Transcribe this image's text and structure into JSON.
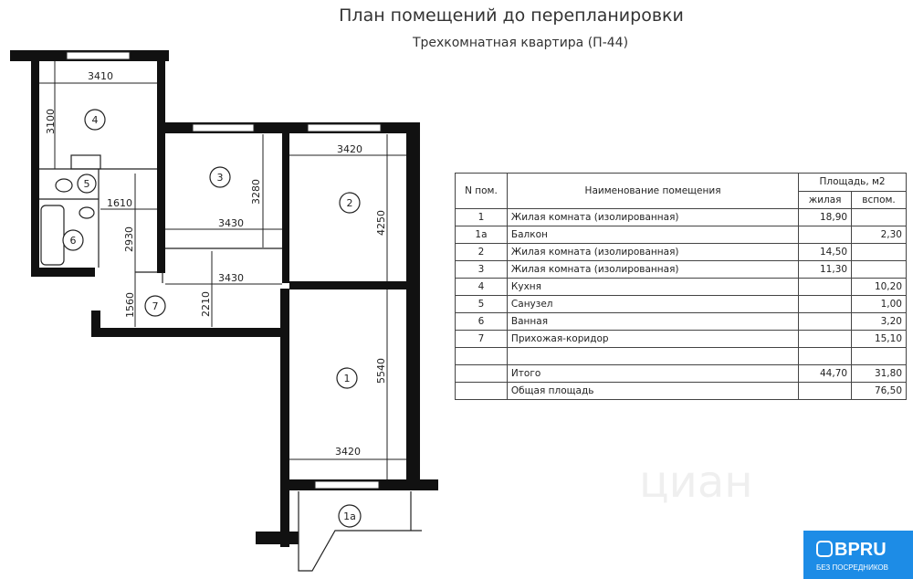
{
  "title": "План помещений до перепланировки",
  "subtitle": "Трехкомнатная квартира (П-44)",
  "plan": {
    "rooms": [
      "4",
      "3",
      "2",
      "5",
      "6",
      "7",
      "1",
      "1а"
    ],
    "dimensions": {
      "kitchen_width": "3410",
      "kitchen_depth": "3100",
      "room3_depth": "3280",
      "room2_width": "3420",
      "room2_depth": "4250",
      "wc_width": "1610",
      "corridor_len": "2930",
      "room3_width": "3430",
      "hall_width": "3430",
      "hall_small": "1560",
      "hall_depth": "2210",
      "room1_depth": "5540",
      "room1_width": "3420"
    }
  },
  "table": {
    "header": {
      "num": "N пом.",
      "name": "Наименование помещения",
      "area": "Площадь,  м2",
      "living": "жилая",
      "aux": "вспом."
    },
    "rows": [
      {
        "num": "1",
        "name": "Жилая комната (изолированная)",
        "living": "18,90",
        "aux": ""
      },
      {
        "num": "1а",
        "name": "Балкон",
        "living": "",
        "aux": "2,30"
      },
      {
        "num": "2",
        "name": "Жилая комната (изолированная)",
        "living": "14,50",
        "aux": ""
      },
      {
        "num": "3",
        "name": "Жилая комната (изолированная)",
        "living": "11,30",
        "aux": ""
      },
      {
        "num": "4",
        "name": "Кухня",
        "living": "",
        "aux": "10,20"
      },
      {
        "num": "5",
        "name": "Санузел",
        "living": "",
        "aux": "1,00"
      },
      {
        "num": "6",
        "name": "Ванная",
        "living": "",
        "aux": "3,20"
      },
      {
        "num": "7",
        "name": "Прихожая-коридор",
        "living": "",
        "aux": "15,10"
      },
      {
        "num": "",
        "name": "",
        "living": "",
        "aux": ""
      },
      {
        "num": "",
        "name": "Итого",
        "living": "44,70",
        "aux": "31,80"
      },
      {
        "num": "",
        "name": "Общая площадь",
        "living": "",
        "aux": "76,50"
      }
    ]
  },
  "watermark": "циан",
  "logo": {
    "name": "BPRU",
    "tagline": "БЕЗ ПОСРЕДНИКОВ",
    "color": "#1d8ce6"
  }
}
